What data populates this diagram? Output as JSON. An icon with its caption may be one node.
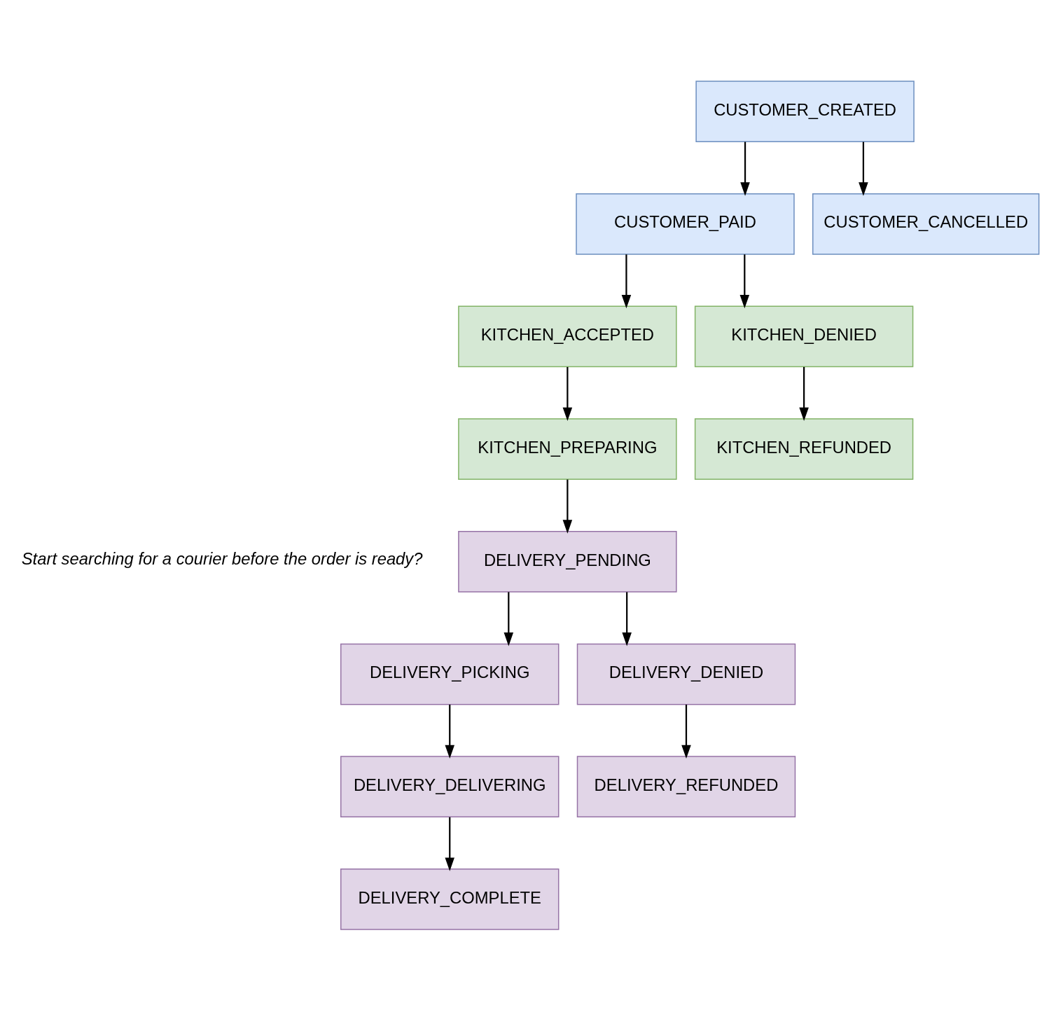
{
  "diagram": {
    "nodes": [
      {
        "text": [
          "CUSTOMER_CREATED"
        ]
      },
      {
        "text": [
          "CUSTOMER_PAID"
        ]
      },
      {
        "text": [
          "CUSTOMER_CANCELLED"
        ]
      },
      {
        "text": [
          "KITCHEN_ACCEPTED"
        ]
      },
      {
        "text": [
          "KITCHEN_DENIED"
        ]
      },
      {
        "text": [
          "KITCHEN_PREPARING"
        ]
      },
      {
        "text": [
          "KITCHEN_REFUNDED"
        ]
      },
      {
        "text": [
          "DELIVERY_PENDING"
        ],
        "beside": [
          "Start searching for a courier before the order is ready?"
        ]
      },
      {
        "text": [
          "DELIVERY_PICKING"
        ]
      },
      {
        "text": [
          "DELIVERY_DENIED"
        ]
      },
      {
        "text": [
          "DELIVERY_DELIVERING"
        ]
      },
      {
        "text": [
          "DELIVERY_REFUNDED"
        ]
      },
      {
        "text": [
          "DELIVERY_COMPLETE"
        ]
      }
    ],
    "edges": [
      {
        "from": 0,
        "to": 1,
        "arrow": "to"
      },
      {
        "from": 0,
        "to": 2,
        "arrow": "to"
      },
      {
        "from": 1,
        "to": 3,
        "arrow": "to"
      },
      {
        "from": 1,
        "to": 4,
        "arrow": "to"
      },
      {
        "from": 3,
        "to": 5,
        "arrow": "to"
      },
      {
        "from": 4,
        "to": 6,
        "arrow": "to"
      },
      {
        "from": 5,
        "to": 7,
        "arrow": "to"
      },
      {
        "from": 7,
        "to": 8,
        "arrow": "to"
      },
      {
        "from": 7,
        "to": 9,
        "arrow": "to"
      },
      {
        "from": 8,
        "to": 10,
        "arrow": "to"
      },
      {
        "from": 9,
        "to": 11,
        "arrow": "to"
      },
      {
        "from": 10,
        "to": 12,
        "arrow": "to"
      }
    ]
  }
}
